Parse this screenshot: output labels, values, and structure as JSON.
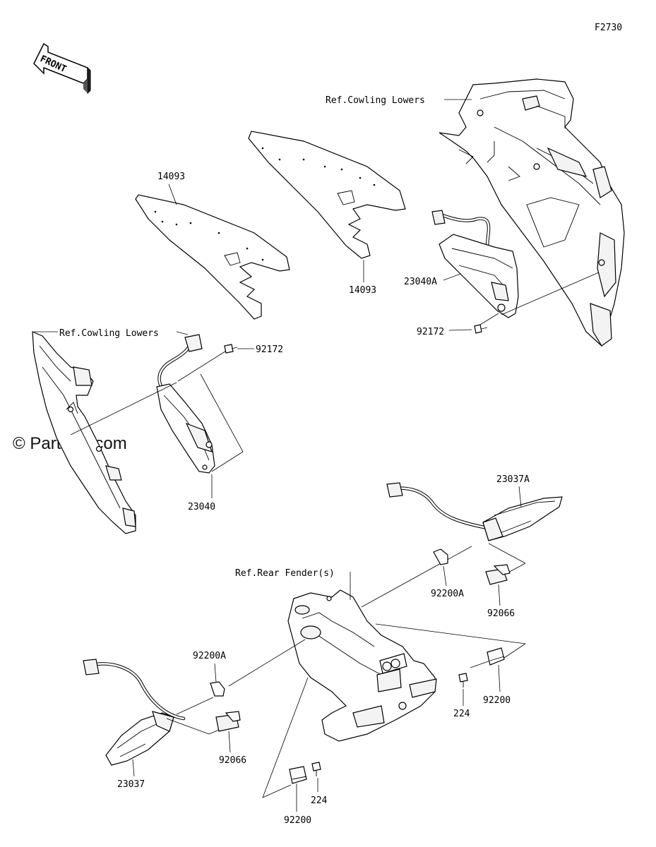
{
  "diagram_code": "F2730",
  "front_arrow_text": "FRONT",
  "watermark": "© Partzilla.com",
  "labels": {
    "ref_cowling_lowers_top": "Ref.Cowling Lowers",
    "ref_cowling_lowers_left": "Ref.Cowling Lowers",
    "ref_rear_fender": "Ref.Rear Fender(s)",
    "p14093_left": "14093",
    "p14093_right": "14093",
    "p23040A": "23040A",
    "p92172_right": "92172",
    "p92172_left": "92172",
    "p23040": "23040",
    "p23037A": "23037A",
    "p92200A_right": "92200A",
    "p92066_right": "92066",
    "p92200A_left": "92200A",
    "p92066_left": "92066",
    "p224_right": "224",
    "p92200_right": "92200",
    "p23037": "23037",
    "p224_bottom": "224",
    "p92200_bottom": "92200"
  }
}
